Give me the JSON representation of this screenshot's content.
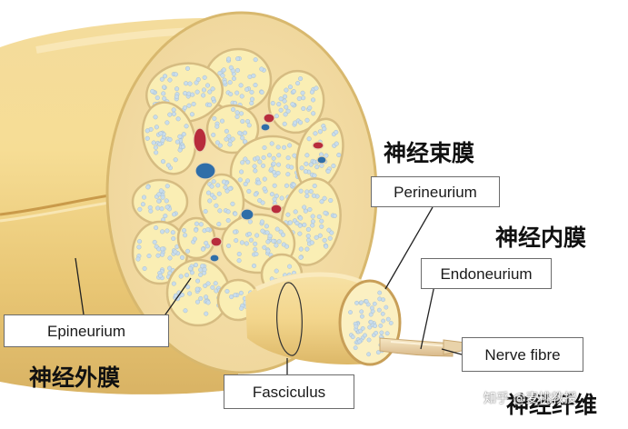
{
  "labels": {
    "perineurium": "Perineurium",
    "endoneurium": "Endoneurium",
    "nerve_fibre": "Nerve fibre",
    "epineurium": "Epineurium",
    "fasciculus": "Fasciculus"
  },
  "chinese_labels": {
    "perineurium_cn": "神经束膜",
    "endoneurium_cn": "神经内膜",
    "epineurium_cn": "神经外膜",
    "nerve_fibre_cn": "神经纤维"
  },
  "watermark": "知乎 @麦桃教授",
  "colors": {
    "nerve_sheath": "#efcf85",
    "fascicle_fill": "#faeeb4",
    "fascicle_border": "#d6bc82",
    "fibre_dot": "#c9ddec",
    "vein_red": "#b82c3c",
    "vessel_blue": "#2f6ea8"
  }
}
